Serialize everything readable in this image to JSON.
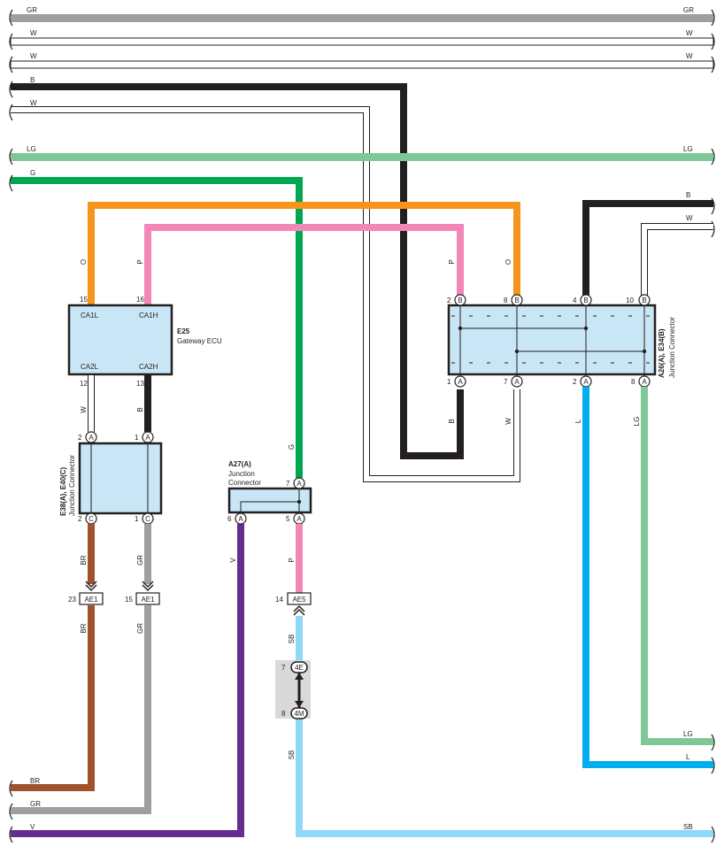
{
  "colors": {
    "GR": "#9d9fa2",
    "W": "#ffffff",
    "B": "#231f20",
    "LG": "#7fc796",
    "G": "#00a650",
    "O": "#f7941d",
    "P": "#f287b7",
    "BR": "#a0522d",
    "V": "#662d91",
    "SB": "#8ed8f8",
    "L": "#00aeef",
    "box_fill": "#c8e6f5",
    "outline": "#231f20"
  },
  "wires": {
    "gr_top": "GR",
    "w1": "W",
    "w2": "W",
    "b_top": "B",
    "w_top": "W",
    "lg_top": "LG",
    "g_top": "G",
    "o_left": "O",
    "p_left": "P",
    "p_right": "P",
    "o_right": "O",
    "b_right": "B",
    "w_right": "W",
    "w_e25": "W",
    "b_e25": "B",
    "g_a27": "G",
    "b_a26": "B",
    "w_a26": "W",
    "l_a26": "L",
    "lg_a26": "LG",
    "br_up": "BR",
    "br_down": "BR",
    "gr_up": "GR",
    "gr_down": "GR",
    "v_wire": "V",
    "p_a27": "P",
    "sb_up": "SB",
    "sb_down": "SB",
    "lg_bot": "LG",
    "l_bot": "L",
    "br_bot": "BR",
    "gr_bot": "GR",
    "v_bot": "V",
    "sb_bot": "SB"
  },
  "e25": {
    "code": "E25",
    "name": "Gateway ECU",
    "pins": {
      "ca1l": "CA1L",
      "ca1h": "CA1H",
      "ca2l": "CA2L",
      "ca2h": "CA2H",
      "n15": "15",
      "n16": "16",
      "n12": "12",
      "n13": "13"
    }
  },
  "e38": {
    "code": "E38(A), E40(C)",
    "name": "Junction Connector",
    "pins": {
      "top_left": "2",
      "top_right": "1",
      "bot_left": "2",
      "bot_right": "1"
    },
    "letters": {
      "a": "A",
      "c": "C"
    }
  },
  "a27": {
    "code": "A27(A)",
    "name_line1": "Junction",
    "name_line2": "Connector",
    "pins": {
      "top": "7",
      "bot_left": "6",
      "bot_right": "5"
    },
    "letter": "A"
  },
  "a26": {
    "code": "A26(A), E34(B)",
    "name": "Junction Connector",
    "pins_top": [
      "2",
      "8",
      "4",
      "10"
    ],
    "pins_bottom": [
      "1",
      "7",
      "2",
      "8"
    ],
    "letters": {
      "a": "A",
      "b": "B"
    }
  },
  "connectors": {
    "ae1_a": {
      "pin": "23",
      "label": "AE1"
    },
    "ae1_b": {
      "pin": "15",
      "label": "AE1"
    },
    "ae5": {
      "pin": "14",
      "label": "AE5"
    },
    "c4e": {
      "pin": "7",
      "label": "4E"
    },
    "c4m": {
      "pin": "8",
      "label": "4M"
    }
  }
}
